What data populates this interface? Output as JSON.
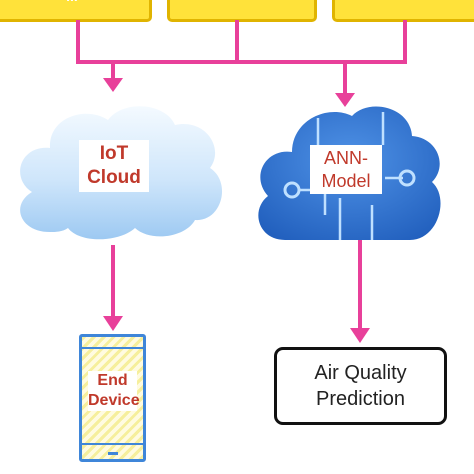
{
  "diagram": {
    "top_boxes": [
      {
        "label": "..."
      },
      {
        "label": ""
      },
      {
        "label": ""
      }
    ],
    "iot_cloud": {
      "line1": "IoT",
      "line2": "Cloud"
    },
    "ann_model": {
      "line1": "ANN-",
      "line2": "Model"
    },
    "end_device": {
      "line1": "End",
      "line2": "Device"
    },
    "air_quality": {
      "line1": "Air Quality",
      "line2": "Prediction"
    }
  },
  "colors": {
    "connector": "#e8409a",
    "top_box_fill": "#ffe23a",
    "label_text": "#c0392b",
    "ann_cloud": "#2f76d2",
    "iot_cloud": "#cfe6fb",
    "device_border": "#3f86d9"
  }
}
